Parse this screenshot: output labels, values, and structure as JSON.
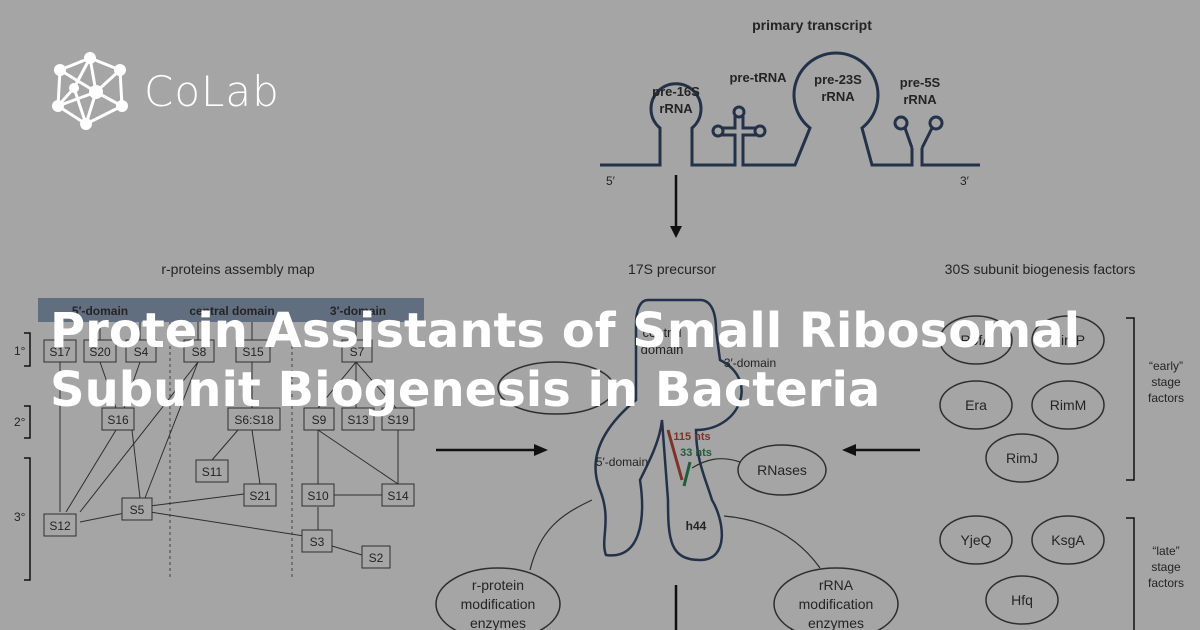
{
  "brand": {
    "name": "CoLab",
    "logo_icon": "network-graph-icon"
  },
  "headline": {
    "line1": "Protein Assistants of Small Ribosomal",
    "line2": "Subunit Biogenesis in Bacteria"
  },
  "diagram": {
    "primary_title": "primary transcript",
    "pre16s_a": "pre-16S",
    "pre16s_b": "rRNA",
    "pretrna": "pre-tRNA",
    "pre23s_a": "pre-23S",
    "pre23s_b": "rRNA",
    "pre5s_a": "pre-5S",
    "pre5s_b": "rRNA",
    "five_prime": "5′",
    "three_prime": "3′",
    "assembly_title": "r-proteins assembly map",
    "precursor_title": "17S precursor",
    "factors_title": "30S subunit biogenesis factors",
    "header_5": "5′-domain",
    "header_central": "central domain",
    "header_3": "3′-domain",
    "tier1": "1°",
    "tier2": "2°",
    "tier3": "3°",
    "S17": "S17",
    "S20": "S20",
    "S4": "S4",
    "S8": "S8",
    "S15": "S15",
    "S7": "S7",
    "S16": "S16",
    "S6S18": "S6:S18",
    "S9": "S9",
    "S13": "S13",
    "S19": "S19",
    "S11": "S11",
    "S21": "S21",
    "S5": "S5",
    "S10": "S10",
    "S14": "S14",
    "S12": "S12",
    "S3": "S3",
    "S2": "S2",
    "central_a": "central",
    "central_b": "domain",
    "three_domain": "3′-domain",
    "five_domain": "5′-domain",
    "nts115": "115 nts",
    "nts33": "33 nts",
    "h44": "h44",
    "rnases": "RNases",
    "rprot_a": "r-protein",
    "rprot_b": "modification",
    "rprot_c": "enzymes",
    "rrna_a": "rRNA",
    "rrna_b": "modification",
    "rrna_c": "enzymes",
    "RbfA": "RbfA",
    "RimP": "RimP",
    "Era": "Era",
    "RimM": "RimM",
    "RimJ": "RimJ",
    "YjeQ": "YjeQ",
    "KsgA": "KsgA",
    "Hfq": "Hfq",
    "early_a": "“early”",
    "early_b": "stage",
    "early_c": "factors",
    "late_a": "“late”",
    "late_b": "stage",
    "late_c": "factors"
  }
}
